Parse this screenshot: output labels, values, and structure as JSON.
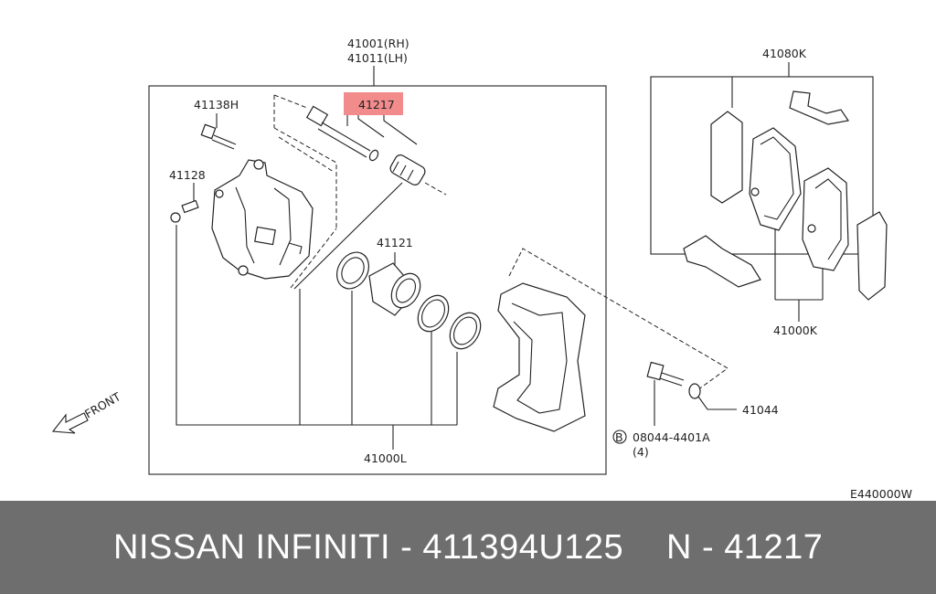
{
  "diagram": {
    "parts": {
      "caliper_rh": "41001(RH)",
      "caliper_lh": "41011(LH)",
      "pin": "41217",
      "bolt": "41138H",
      "bleeder": "41128",
      "seal_kit": "41121",
      "pad_hardware": "41080K",
      "pad_kit": "41000K",
      "washer": "41044",
      "mount_bolt": "08044-4401A",
      "mount_bolt_qty": "(4)",
      "bolt_marker": "B",
      "repair_kit": "41000L"
    },
    "front_label": "FRONT",
    "diagram_code": "E440000W",
    "highlight_color": "#f28b8b"
  },
  "footer": {
    "left_text": "NISSAN INFINITI - 411394U125",
    "right_text": "N - 41217",
    "background": "#6e6e6e",
    "text_color": "#ffffff"
  }
}
